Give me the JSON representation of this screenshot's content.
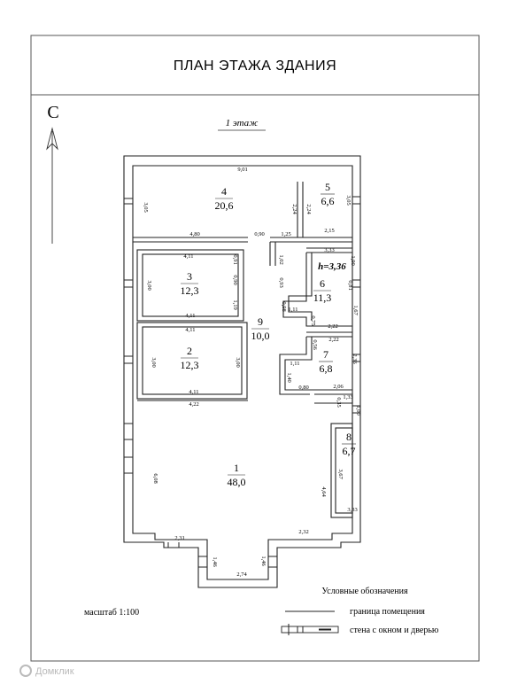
{
  "title": "ПЛАН ЭТАЖА ЗДАНИЯ",
  "floor_label": "1 этаж",
  "north_label": "С",
  "height_label": "h=3,36",
  "scale_label": "масштаб 1:100",
  "legend": {
    "title": "Условные обозначения",
    "room_boundary": "граница помещения",
    "wall_window_door": "стена с окном и дверью"
  },
  "watermark": "Домклик",
  "rooms": [
    {
      "num": "1",
      "area": "48,0"
    },
    {
      "num": "2",
      "area": "12,3"
    },
    {
      "num": "3",
      "area": "12,3"
    },
    {
      "num": "4",
      "area": "20,6"
    },
    {
      "num": "5",
      "area": "6,6"
    },
    {
      "num": "6",
      "area": "11,3"
    },
    {
      "num": "7",
      "area": "6,8"
    },
    {
      "num": "8",
      "area": "6,7"
    },
    {
      "num": "9",
      "area": "10,0"
    }
  ],
  "dims": {
    "d901": "9,01",
    "d305a": "3,05",
    "d480": "4,80",
    "d090a": "0,90",
    "d125": "1,25",
    "d224a": "2,24",
    "d224b": "2,24",
    "d305b": "3,05",
    "d215": "2,15",
    "d411a": "4,11",
    "d091a": "0,91",
    "d300a": "3,00",
    "d090b": "0,90",
    "d119": "1,19",
    "d411b": "4,11",
    "d411c": "4,11",
    "d300b": "3,00",
    "d300c": "3,00",
    "d411d": "4,11",
    "d333": "3,33",
    "d102": "1,02",
    "d190": "1,90",
    "d093": "0,93",
    "d081": "0,81",
    "d098": "0,98",
    "d111a": "1,11",
    "d075": "0,75",
    "d167": "1,67",
    "d222a": "2,22",
    "d222b": "2,22",
    "d056": "0,56",
    "d236": "2,36",
    "d111b": "1,11",
    "d140": "1,40",
    "d080": "0,80",
    "d206": "2,06",
    "d035": "0,35",
    "d133": "1,33",
    "d100": "1,00",
    "d422": "4,22",
    "d608": "6,08",
    "d464": "4,64",
    "d367": "3,67",
    "d333b": "3,33",
    "d231": "2,31",
    "d232": "2,32",
    "d146a": "1,46",
    "d146b": "1,46",
    "d274": "2,74"
  }
}
